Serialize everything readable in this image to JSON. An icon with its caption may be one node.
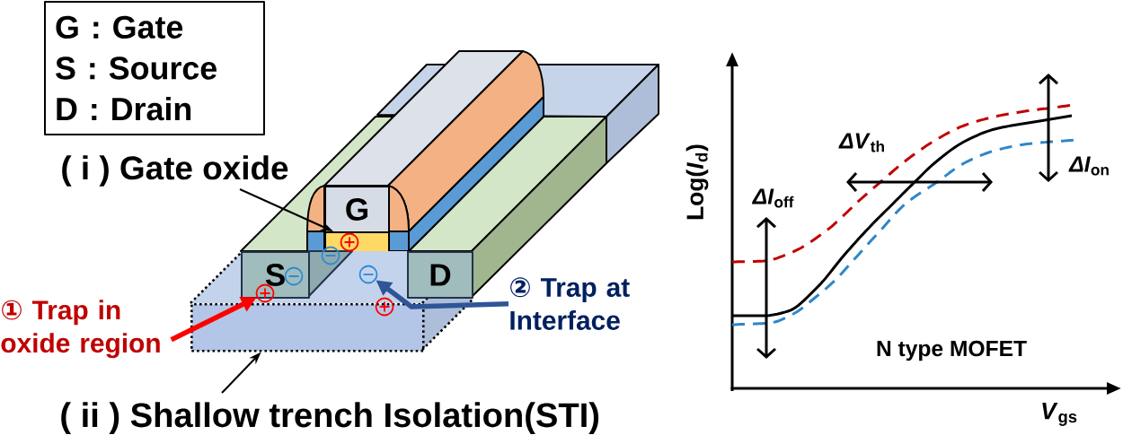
{
  "diagram": {
    "nodes": [
      {
        "text": [
          "G : Gate",
          "S : Source",
          "D : Drain"
        ]
      },
      {
        "text": [
          "( i ) Gate oxide"
        ]
      },
      {
        "text": [
          "G"
        ]
      },
      {
        "text": [],
        "shape": "bar"
      },
      {
        "text": [],
        "shape": "box"
      },
      {
        "text": [
          "S"
        ],
        "in": 4
      },
      {
        "text": [
          "D"
        ],
        "in": 4
      },
      {
        "text": [
          "① Trap in oxide region"
        ]
      },
      {
        "text": [],
        "shape": "circle",
        "in": 4
      },
      {
        "text": [
          "② Trap at Interface"
        ]
      },
      {
        "text": [],
        "shape": "circle",
        "in": 4
      },
      {
        "text": [
          "( ii ) Shallow trench Isolation(STI)"
        ]
      }
    ],
    "edges": [
      {
        "from": 1,
        "to": 3,
        "arrow": "to"
      },
      {
        "from": 7,
        "to": 8,
        "arrow": "to",
        "style": "thick",
        "color": "#ff0000"
      },
      {
        "from": 9,
        "to": 10,
        "arrow": "to",
        "style": "thick",
        "color": "#2f5597"
      },
      {
        "from": 11,
        "to": 4,
        "arrow": "to"
      }
    ],
    "labels": [
      "Log(*I*$_{d}$)",
      "*ΔV*$_{th}$",
      "*ΔI*$_{on}$",
      "*ΔI*$_{off}$",
      "N type MOFET",
      "*V*$_{gs}$"
    ]
  }
}
